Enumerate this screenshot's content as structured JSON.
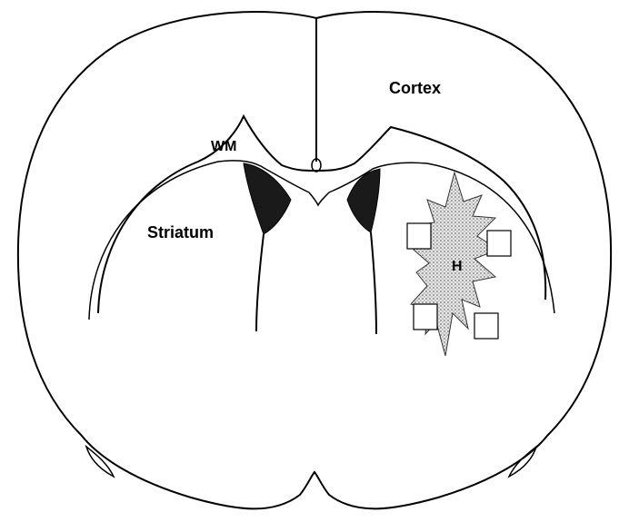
{
  "diagram": {
    "labels": {
      "cortex": "Cortex",
      "white_matter": "WM",
      "striatum": "Striatum",
      "hemorrhage": "H"
    },
    "colors": {
      "outline": "#000000",
      "ventricle_fill": "#1a1a1a",
      "lesion_fill": "#d9d9d9",
      "background": "#ffffff"
    },
    "sample_box_count": 4
  }
}
